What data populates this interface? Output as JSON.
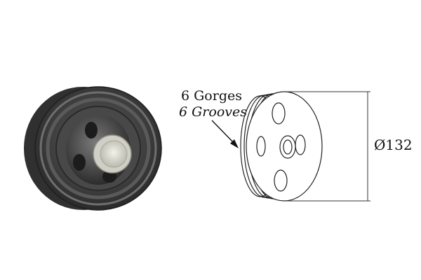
{
  "labels": {
    "grooves_fr": "6 Gorges",
    "grooves_en": "6 Grooves",
    "diameter": "Ø132"
  },
  "colors": {
    "photo_dark": "#3a3a3a",
    "photo_mid": "#6e6e6e",
    "photo_light": "#d8d8d0",
    "line_art": "#222222"
  }
}
